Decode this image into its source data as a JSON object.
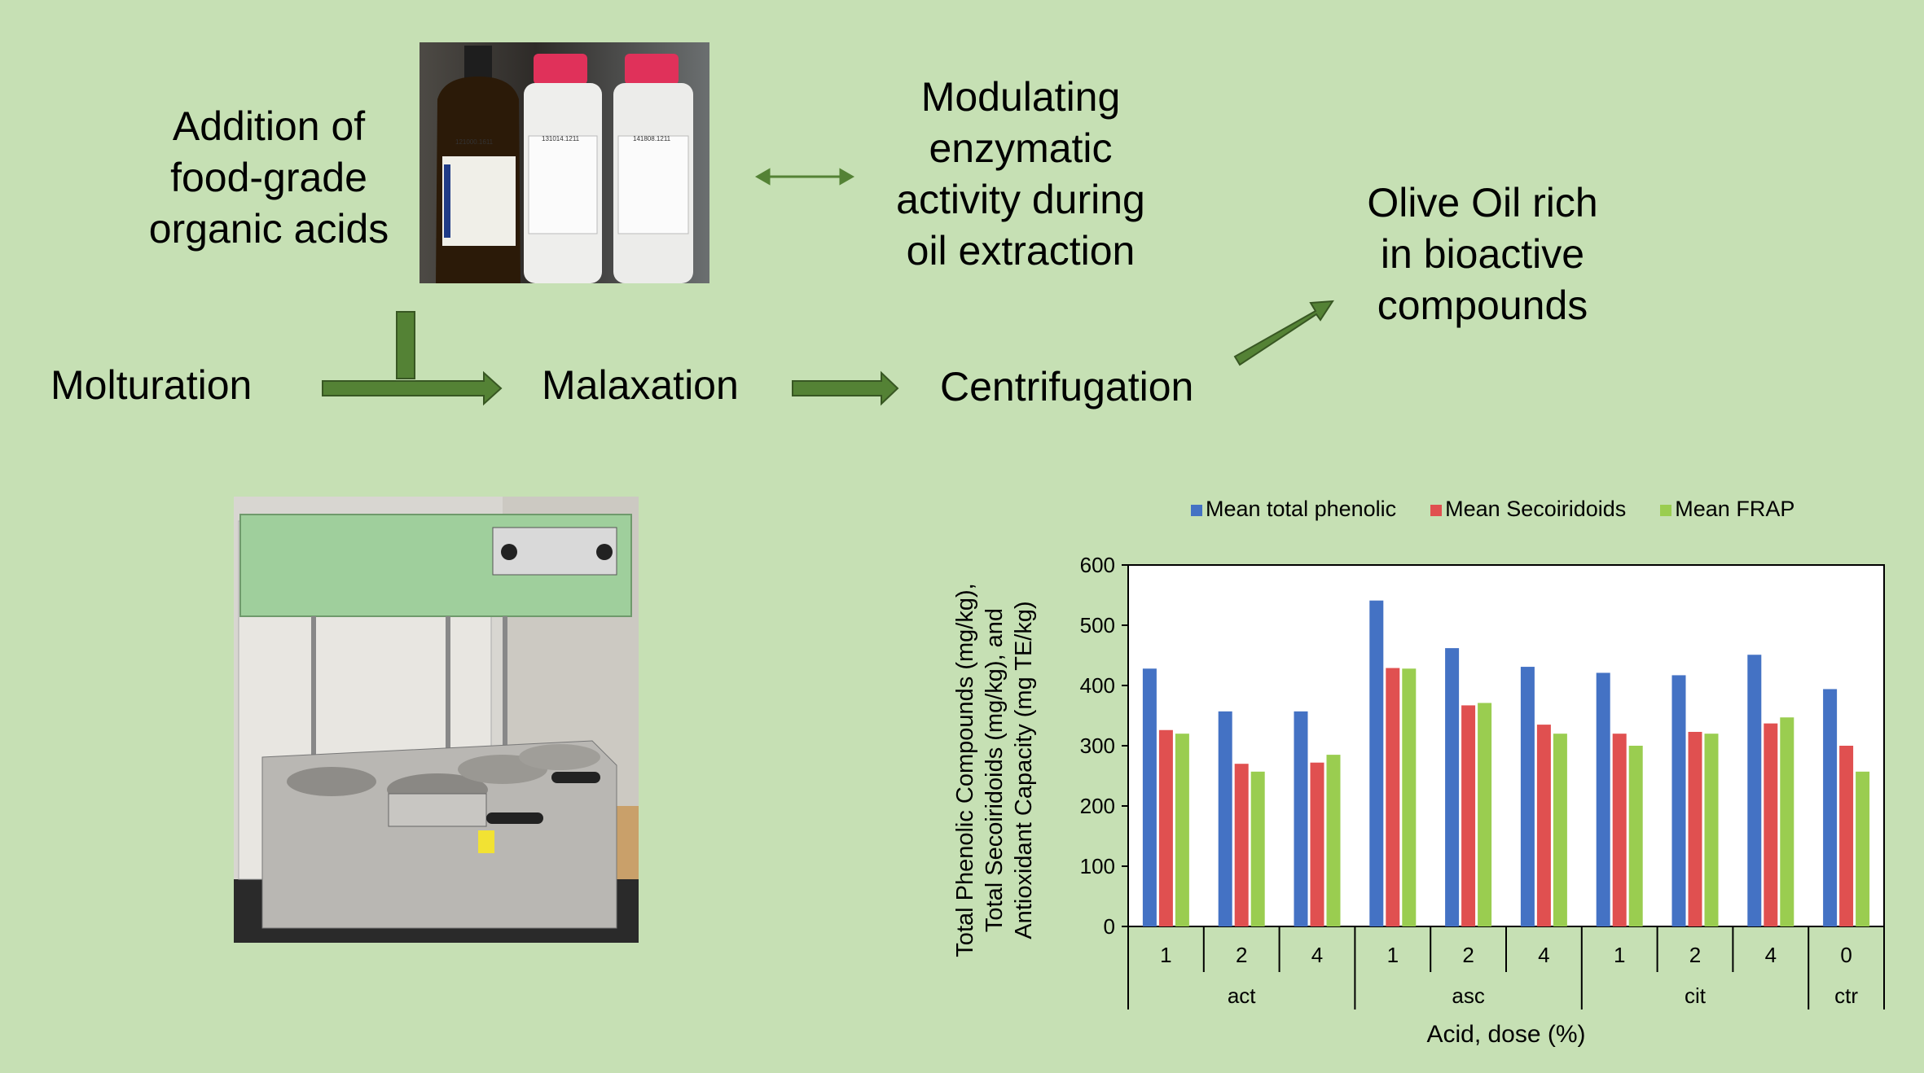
{
  "diagram": {
    "addition_text": "Addition of\nfood-grade\norganic acids",
    "modulating_text": "Modulating\nenzymatic\nactivity during\noil extraction",
    "olive_oil_text": "Olive Oil rich\nin bioactive\ncompounds",
    "steps": {
      "molturation": "Molturation",
      "malaxation": "Malaxation",
      "centrifugation": "Centrifugation"
    },
    "arrow_color": "#548235"
  },
  "photos": {
    "bottles": {
      "labels": [
        "121000.1611",
        "131014.1211",
        "141808.1211"
      ],
      "cap_color": "#e0315a"
    },
    "malaxer": {
      "body_color": "#9fcf9c"
    }
  },
  "chart_data": {
    "type": "bar",
    "groups": [
      {
        "name": "act",
        "doses": [
          "1",
          "2",
          "4"
        ]
      },
      {
        "name": "asc",
        "doses": [
          "1",
          "2",
          "4"
        ]
      },
      {
        "name": "cit",
        "doses": [
          "1",
          "2",
          "4"
        ]
      },
      {
        "name": "ctr",
        "doses": [
          "0"
        ]
      }
    ],
    "series": [
      {
        "name": "Mean total phenolic",
        "color": "#4472c4",
        "values": [
          428,
          357,
          357,
          541,
          462,
          431,
          421,
          417,
          451,
          394
        ]
      },
      {
        "name": "Mean Secoiridoids",
        "color": "#e05050",
        "values": [
          326,
          270,
          272,
          429,
          367,
          335,
          320,
          323,
          337,
          300
        ]
      },
      {
        "name": "Mean FRAP",
        "color": "#9acd50",
        "values": [
          320,
          257,
          285,
          428,
          371,
          320,
          300,
          320,
          347,
          257
        ]
      }
    ],
    "ylabel_lines": [
      "Total Phenolic Compounds (mg/kg),",
      "Total Secoiridoids (mg/kg), and",
      "Antioxidant Capacity (mg TE/kg)"
    ],
    "xlabel": "Acid, dose (%)",
    "ylim": [
      0,
      600
    ],
    "yticks": [
      "0",
      "100",
      "200",
      "300",
      "400",
      "500",
      "600"
    ],
    "legend_position": "top",
    "grid": false
  }
}
